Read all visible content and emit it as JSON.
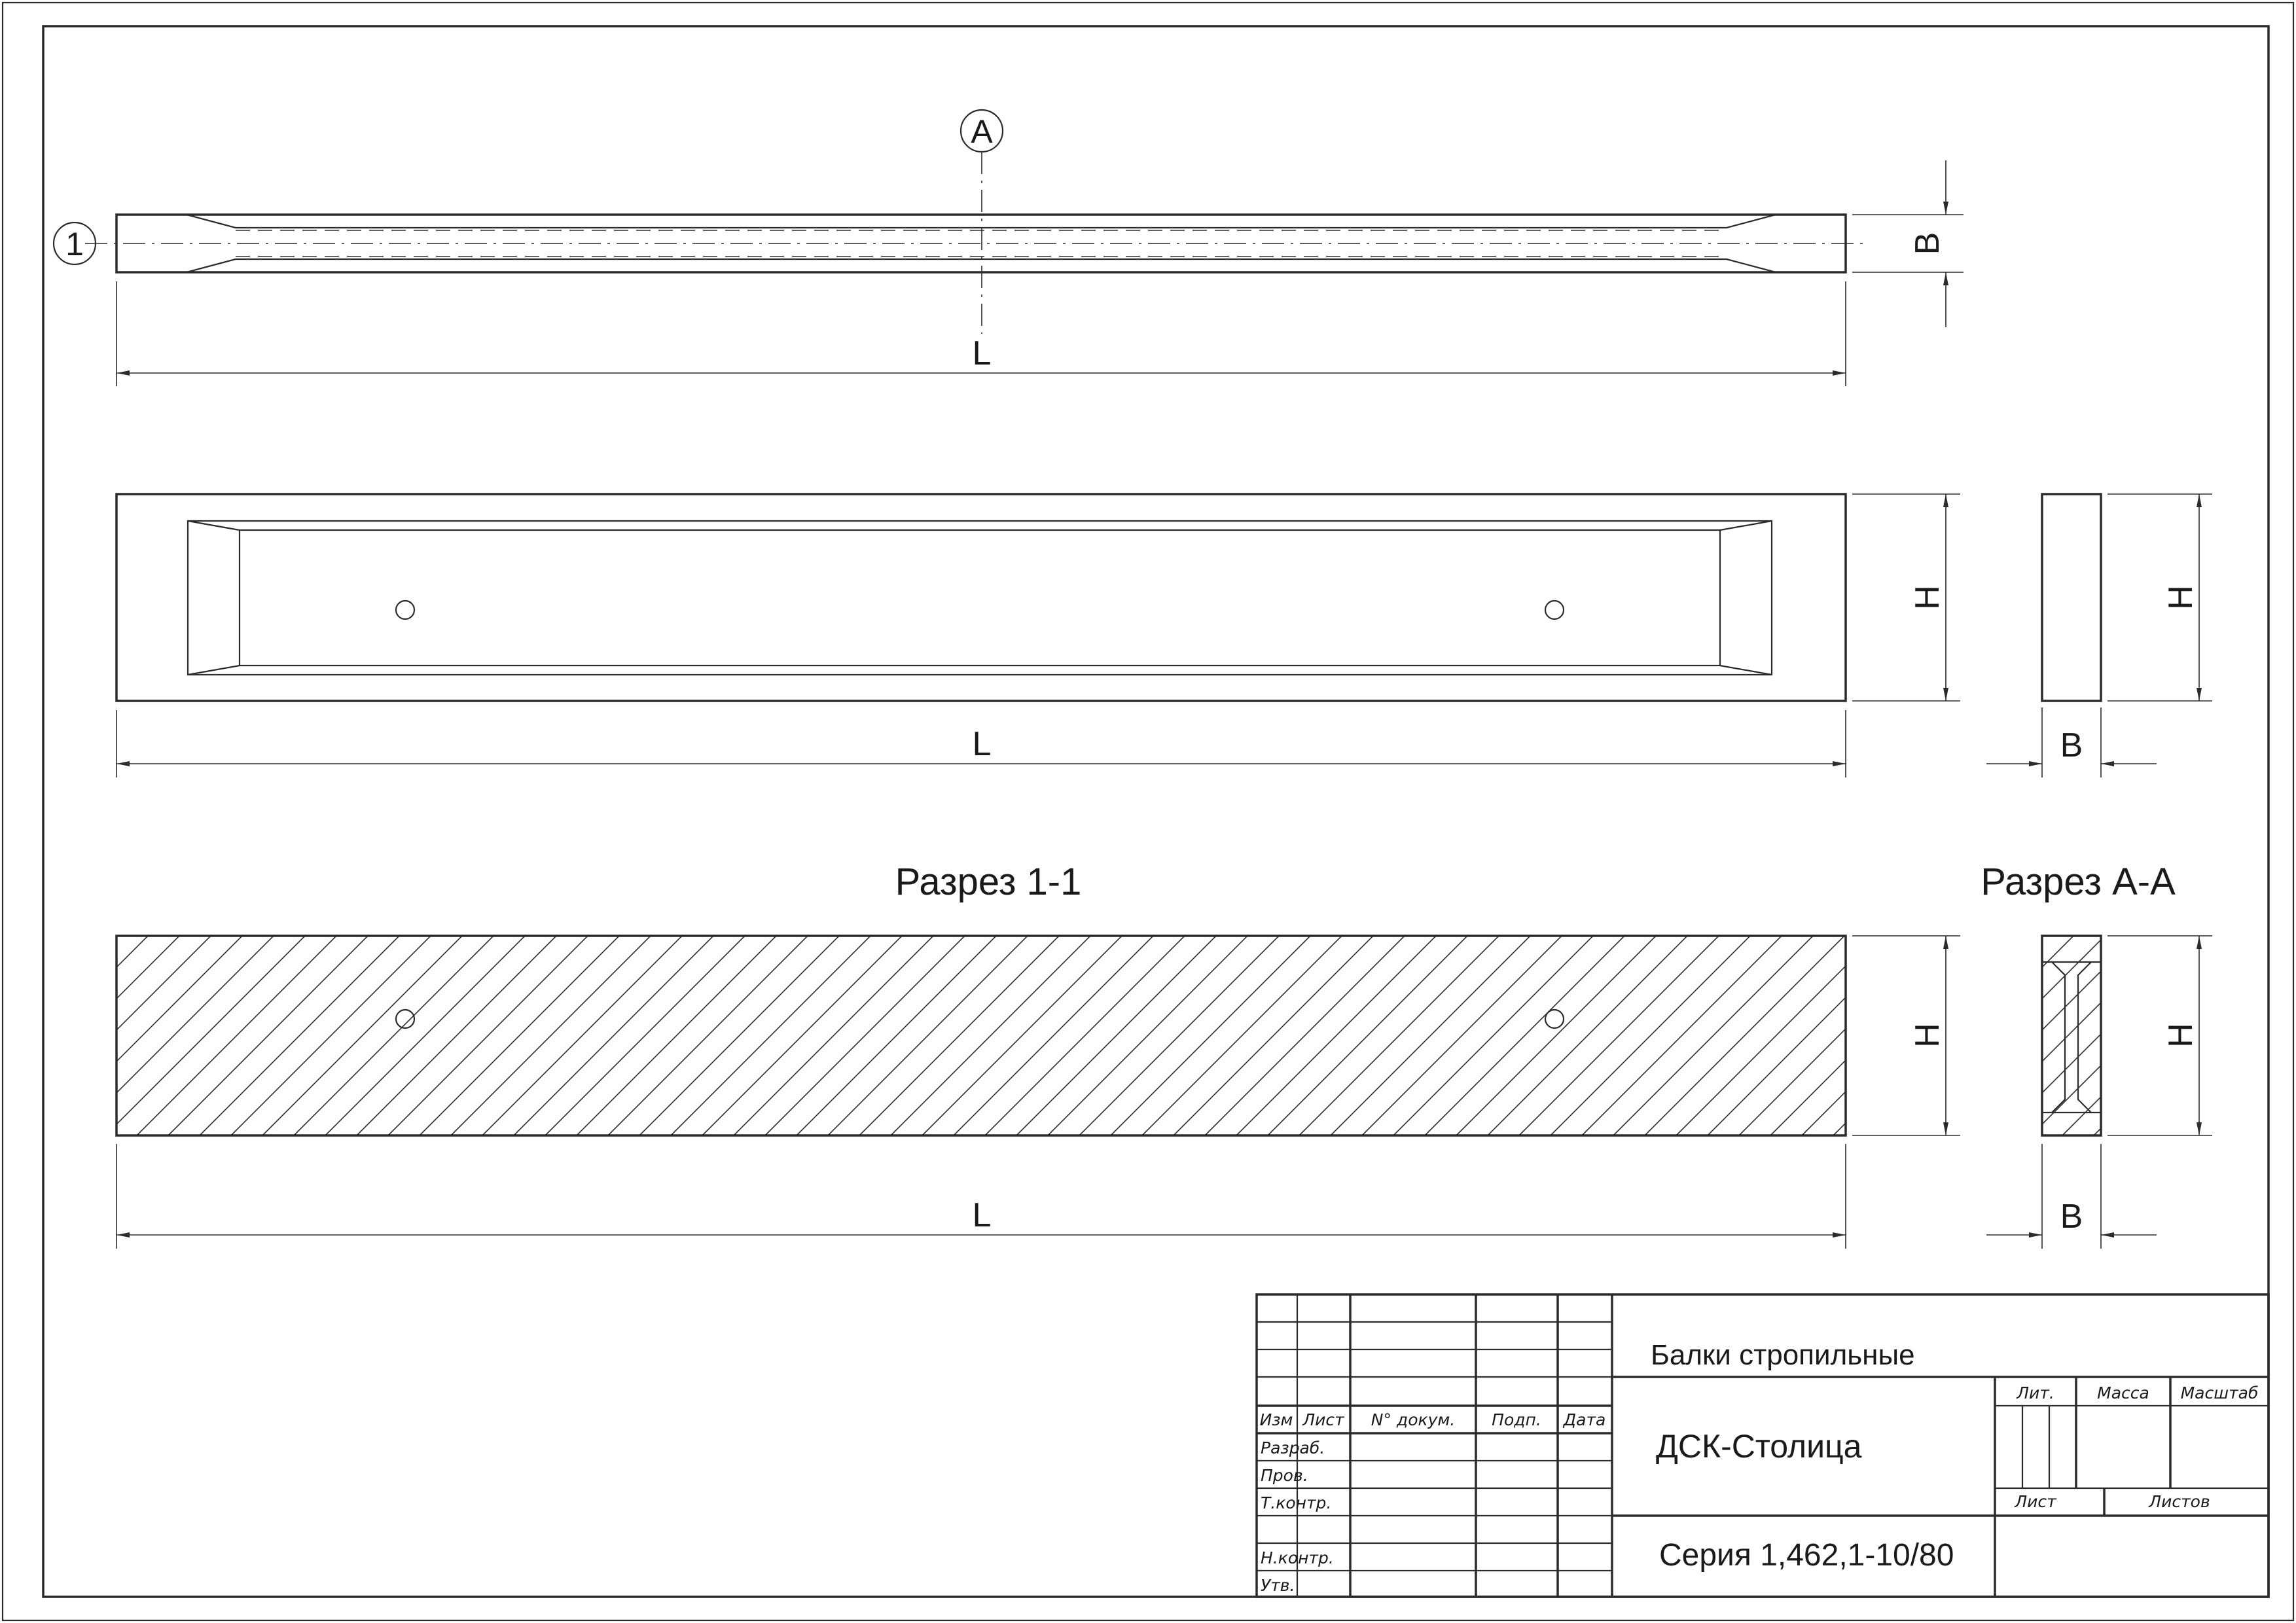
{
  "drawing": {
    "axis_marker_top": "А",
    "section_marker_left": "1",
    "dimension_length": "L",
    "dimension_width": "B",
    "dimension_height": "H",
    "section_1_title": "Разрез 1-1",
    "section_a_title": "Разрез А-А"
  },
  "title_block": {
    "columns": {
      "izm": "Изм",
      "list": "Лист",
      "n_dokum": "N° докум.",
      "podp": "Подп.",
      "data": "Дата"
    },
    "roles": {
      "razrab": "Разраб.",
      "prov": "Пров.",
      "t_kontr": "Т.контр.",
      "n_kontr": "Н.контр.",
      "utv": "Утв."
    },
    "product_name": "Балки стропильные",
    "organization": "ДСК-Столица",
    "series": "Серия 1,462,1-10/80",
    "lit_label": "Лит.",
    "massa_label": "Масса",
    "masshtab_label": "Масштаб",
    "list_label": "Лист",
    "listov_label": "Листов"
  }
}
